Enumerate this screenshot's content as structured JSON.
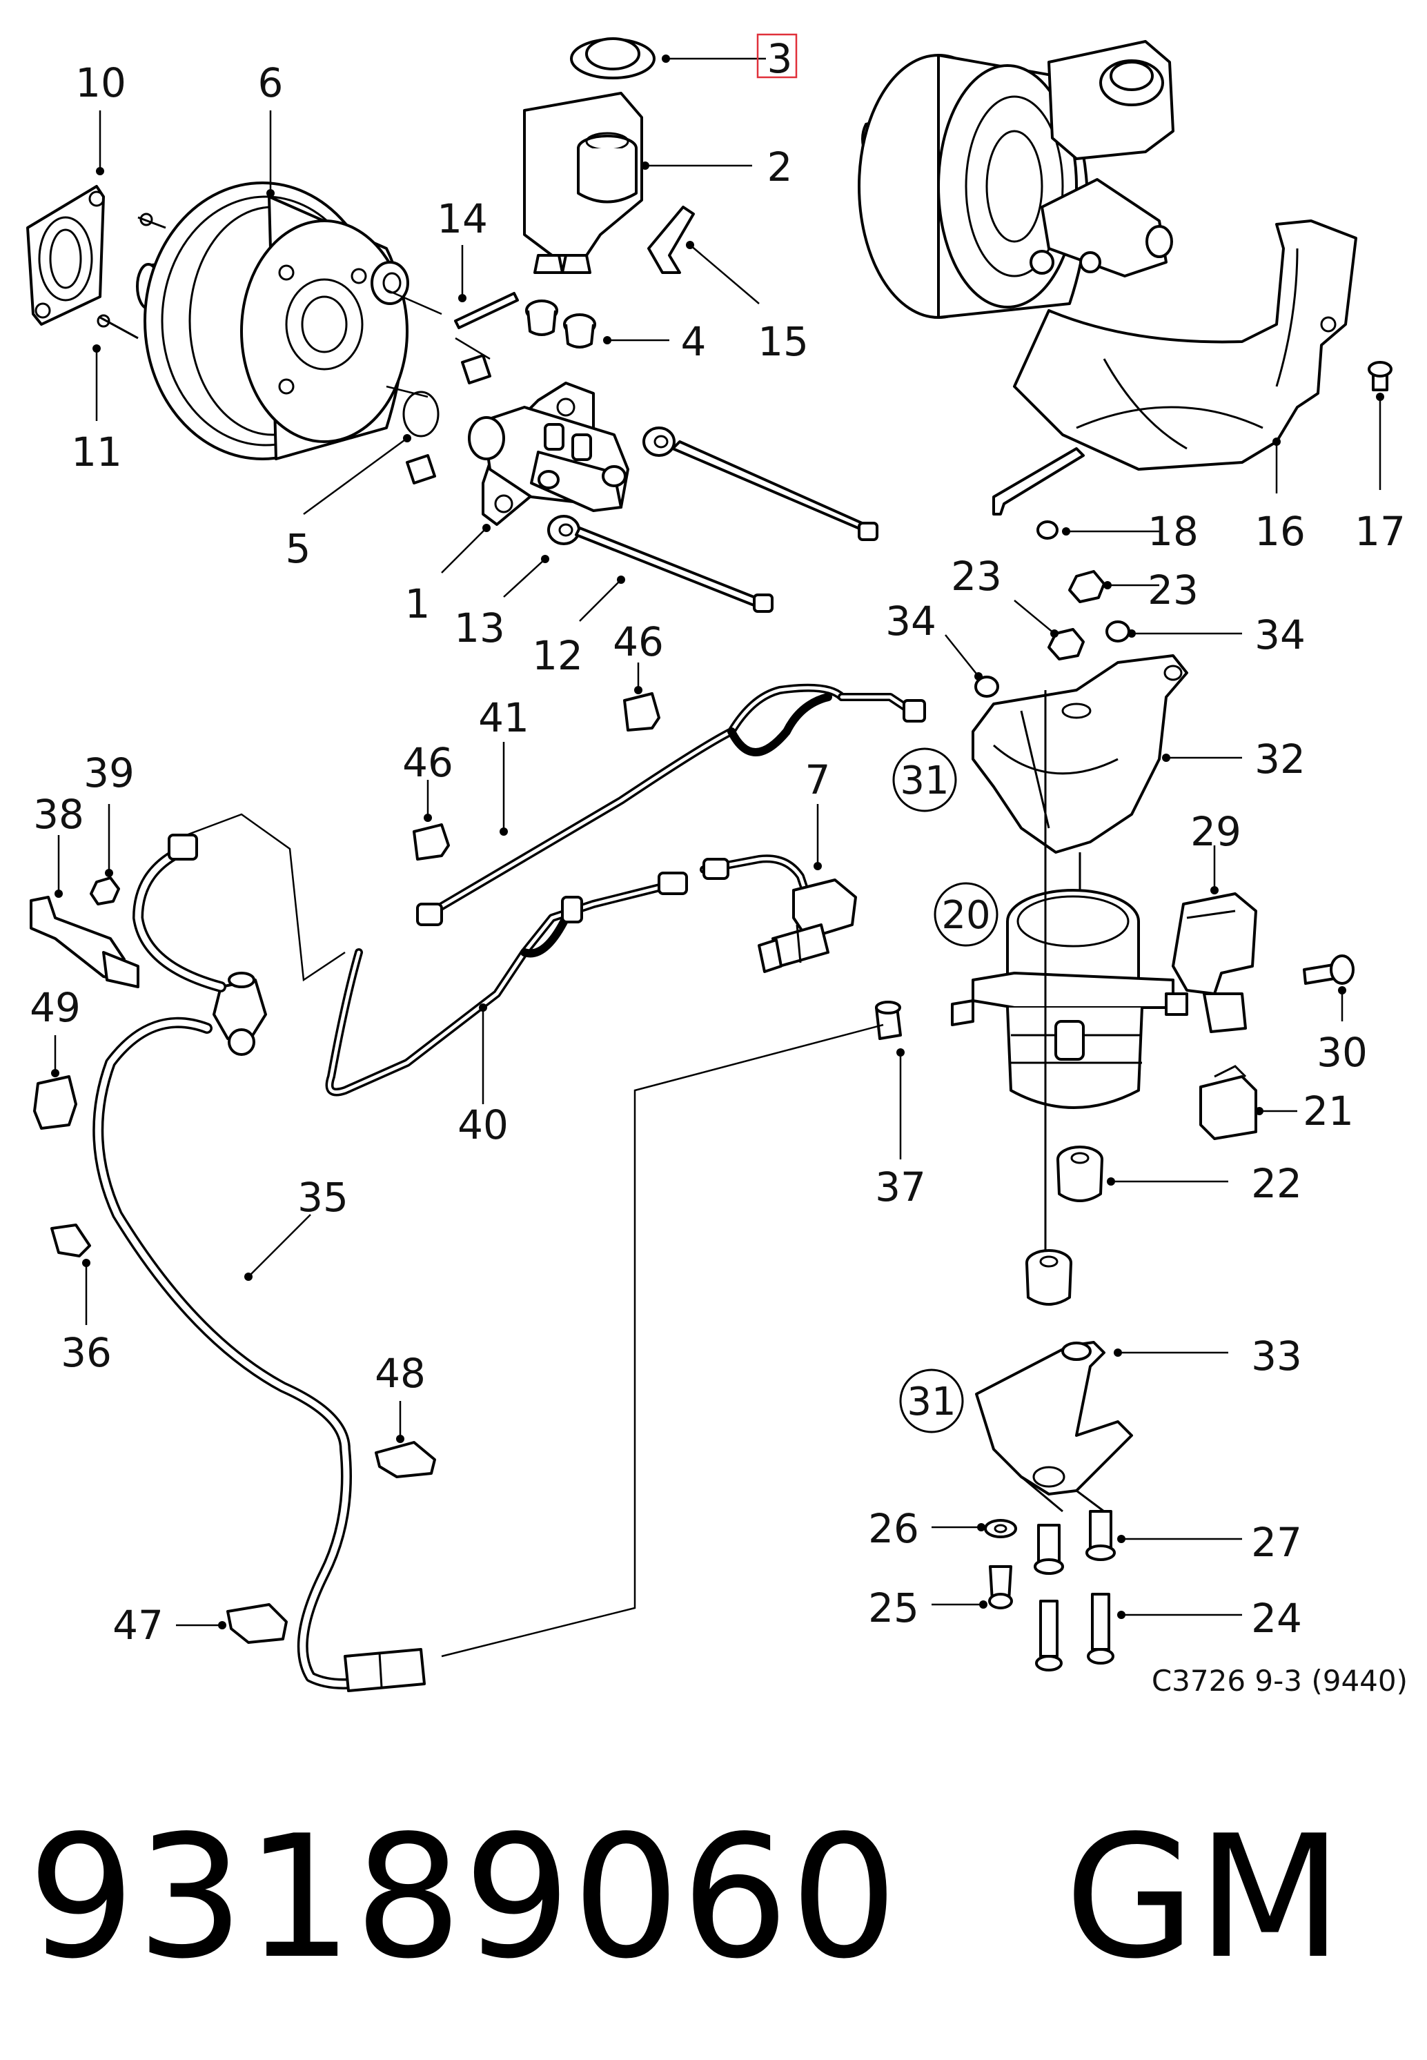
{
  "diagram": {
    "caption": "C3726 9-3 (9440)",
    "highlighted_label": "3",
    "labels": {
      "l1": "1",
      "l2": "2",
      "l3": "3",
      "l4": "4",
      "l5": "5",
      "l6": "6",
      "l7": "7",
      "l10": "10",
      "l11": "11",
      "l12": "12",
      "l13": "13",
      "l14": "14",
      "l15": "15",
      "l16": "16",
      "l17": "17",
      "l18": "18",
      "l20": "20",
      "l21": "21",
      "l22": "22",
      "l23a": "23",
      "l23b": "23",
      "l24": "24",
      "l25": "25",
      "l26": "26",
      "l27": "27",
      "l29": "29",
      "l30": "30",
      "l31a": "31",
      "l31b": "31",
      "l32": "32",
      "l33": "33",
      "l34a": "34",
      "l34b": "34",
      "l35": "35",
      "l36": "36",
      "l37": "37",
      "l38": "38",
      "l39": "39",
      "l40": "40",
      "l41": "41",
      "l46a": "46",
      "l46b": "46",
      "l47": "47",
      "l48": "48",
      "l49": "49"
    }
  },
  "footer": {
    "part_number": "93189060",
    "brand": "GM"
  }
}
